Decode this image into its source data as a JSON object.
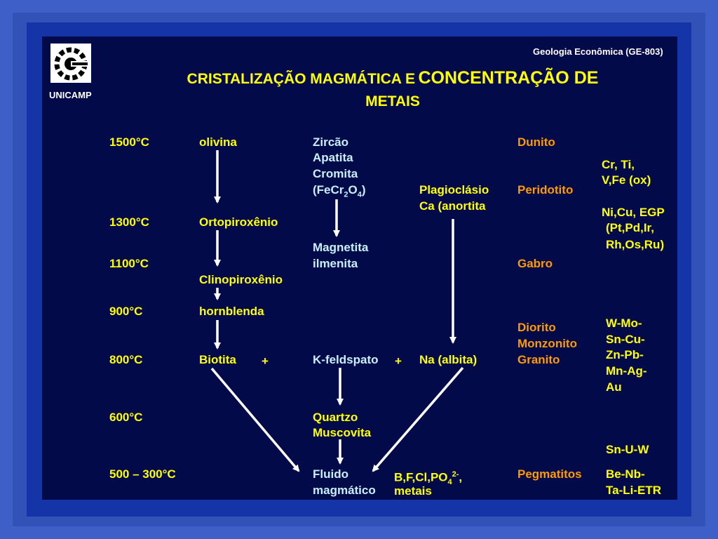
{
  "header": {
    "course": "Geologia Econômica (GE-803)",
    "institution": "UNICAMP",
    "title_part1": "CRISTALIZAÇÃO MAGMÁTICA E",
    "title_part2": "CONCENTRAÇÃO DE",
    "title_line2": "METAIS"
  },
  "temperatures": [
    "1500°C",
    "1300°C",
    "1100°C",
    "900°C",
    "800°C",
    "600°C",
    "500 – 300°C"
  ],
  "mafic_series": [
    "olivina",
    "Ortopiroxênio",
    "Clinopiroxênio",
    "hornblenda",
    "Biotita"
  ],
  "plus_sign": "+",
  "accessory_minerals": {
    "line1": "Zircão",
    "line2": "Apatita",
    "line3": "Cromita",
    "formula_open": "(FeCr",
    "formula_sub1": "2",
    "formula_mid": "O",
    "formula_sub2": "4",
    "formula_close": ")",
    "magnetita": "Magnetita",
    "ilmenita": "ilmenita",
    "k_feldspato": "K-feldspato",
    "quartzo": "Quartzo",
    "muscovita": "Muscovita",
    "fluido": "Fluido",
    "magmatico": "magmático"
  },
  "plagioclase": {
    "line1": "Plagioclásio",
    "line2": "Ca (anortita",
    "albita": "Na (albita)"
  },
  "volatiles": {
    "prefix": "B,F,Cl,PO",
    "sub": "4",
    "sup": "2-",
    "suffix": ",",
    "line2": "metais"
  },
  "rocks": [
    "Dunito",
    "Peridotito",
    "Gabro",
    "Diorito",
    "Monzonito",
    "Granito",
    "Pegmatitos"
  ],
  "metals": {
    "dunito_1": "Cr, Ti,",
    "dunito_2": "V,Fe (ox)",
    "peridotito_1": "Ni,Cu, EGP",
    "peridotito_2": "(Pt,Pd,Ir,",
    "peridotito_3": "Rh,Os,Ru)",
    "granito": [
      "W-Mo-",
      "Sn-Cu-",
      "Zn-Pb-",
      "Mn-Ag-",
      "Au"
    ],
    "pegmatito_1": "Sn-U-W",
    "pegmatito_2": "Be-Nb-",
    "pegmatito_3": "Ta-Li-ETR"
  }
}
